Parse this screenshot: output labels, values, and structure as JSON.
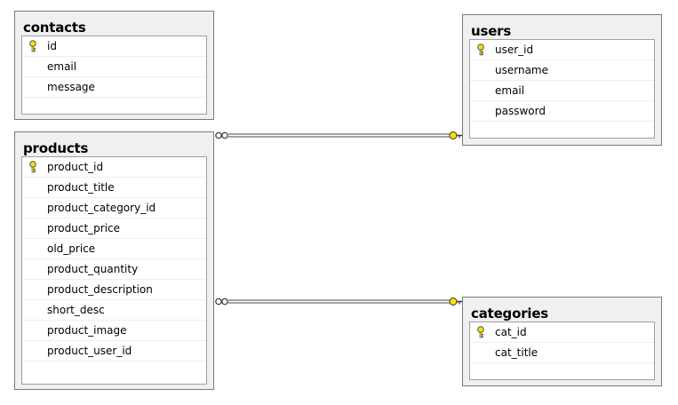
{
  "tables": {
    "contacts": {
      "title": "contacts",
      "columns": [
        "id",
        "email",
        "message"
      ],
      "primary_key": "id"
    },
    "users": {
      "title": "users",
      "columns": [
        "user_id",
        "username",
        "email",
        "password"
      ],
      "primary_key": "user_id"
    },
    "products": {
      "title": "products",
      "columns": [
        "product_id",
        "product_title",
        "product_category_id",
        "product_price",
        "old_price",
        "product_quantity",
        "product_description",
        "short_desc",
        "product_image",
        "product_user_id"
      ],
      "primary_key": "product_id"
    },
    "categories": {
      "title": "categories",
      "columns": [
        "cat_id",
        "cat_title"
      ],
      "primary_key": "cat_id"
    }
  },
  "relationships": [
    {
      "from": "products",
      "to": "users",
      "from_end": "many",
      "to_end": "one"
    },
    {
      "from": "products",
      "to": "categories",
      "from_end": "many",
      "to_end": "one"
    }
  ],
  "colors": {
    "key_icon": "#f5e000",
    "line": "#4a4a4a",
    "box_bg": "#f0f0f0",
    "border": "#7a7a7a"
  },
  "icons": {
    "primary_key": "key-icon",
    "many_end": "infinity-icon",
    "one_end": "key-icon"
  }
}
